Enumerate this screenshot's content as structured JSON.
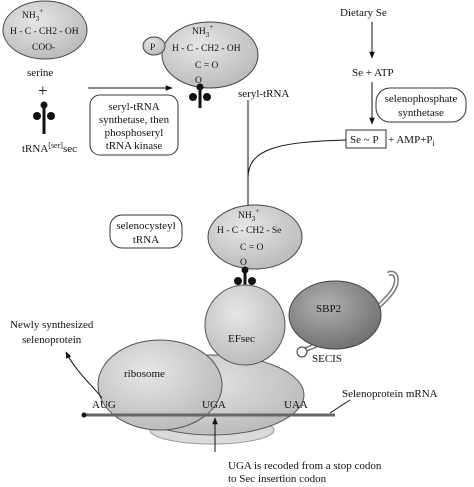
{
  "serine": {
    "nh3": "NH3+",
    "chain": "H - C - CH2 - OH",
    "coo": "COO-",
    "label": "serine",
    "plus": "+",
    "trna_label": "tRNA[ser]sec"
  },
  "seryl_trna": {
    "p_label": "P",
    "nh3": "NH3+",
    "chain": "H - C - CH2 - OH",
    "co": "C = O",
    "o": "O",
    "label": "seryl-tRNA"
  },
  "enzyme1": [
    "seryl-tRNA",
    "synthetase, then",
    "phosphoseryl",
    "tRNA kinase"
  ],
  "dietary_se": "Dietary Se",
  "se_atp": "Se + ATP",
  "enzyme2": [
    "selenophosphate",
    "synthetase"
  ],
  "se_p": "Se ~ P",
  "products": "+ AMP+Pi",
  "selenocysteyl": {
    "box": [
      "selenocysteyl",
      "tRNA"
    ],
    "nh3": "NH3+",
    "chain": "H - C - CH2 - Se",
    "co": "C = O",
    "o": "O"
  },
  "efsec": "EFsec",
  "sbp2": "SBP2",
  "secis": "SECIS",
  "ribosome": "ribosome",
  "mrna": "Selenoprotein mRNA",
  "newly": [
    "Newly synthesized",
    "selenoprotein"
  ],
  "codons": {
    "aug": "AUG",
    "uga": "UGA",
    "uaa": "UAA"
  },
  "recoded": [
    "UGA is recoded from a stop codon",
    "to Sec insertion codon"
  ]
}
